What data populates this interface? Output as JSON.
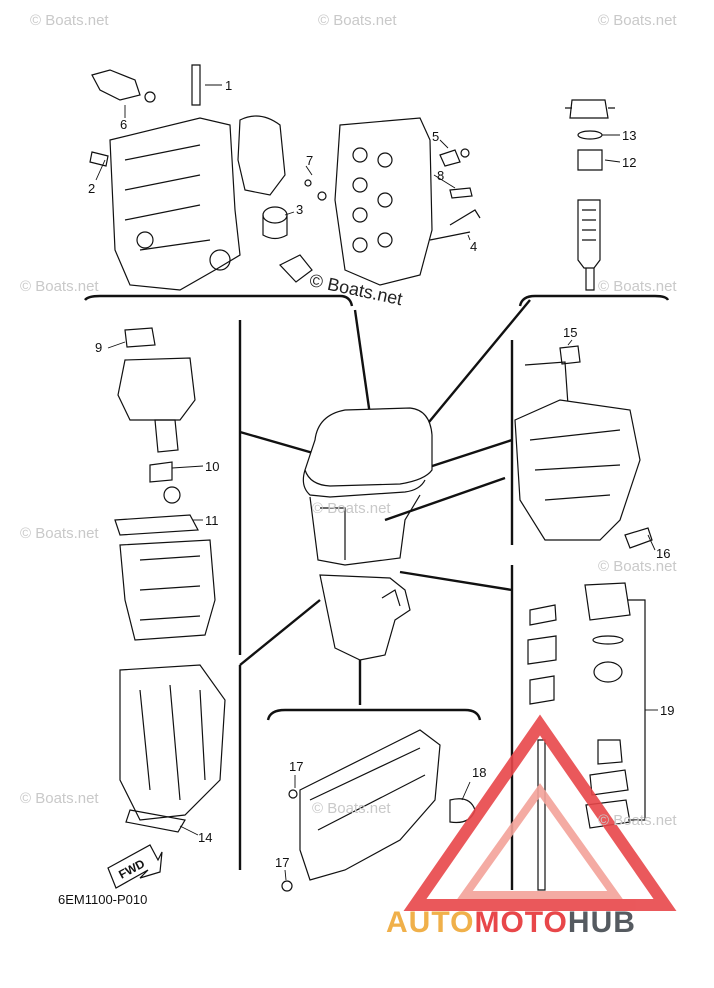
{
  "callouts": [
    "1",
    "2",
    "3",
    "4",
    "5",
    "6",
    "7",
    "8",
    "9",
    "10",
    "11",
    "12",
    "13",
    "14",
    "15",
    "16",
    "17",
    "17",
    "18",
    "19"
  ],
  "watermark": {
    "text": "© Boats.net",
    "main_text": "© Boats.net"
  },
  "diagram_code": "6EM1100-P010",
  "fwd_label": "FWD",
  "logo": {
    "part1": "AUTO",
    "part2": "MOTO",
    "part3": "HUB"
  },
  "colors": {
    "line": "#111111",
    "watermark": "#c9c9c9",
    "logo_orange": "#f0b04a",
    "logo_red": "#e8474a",
    "logo_gray": "#555a60"
  }
}
